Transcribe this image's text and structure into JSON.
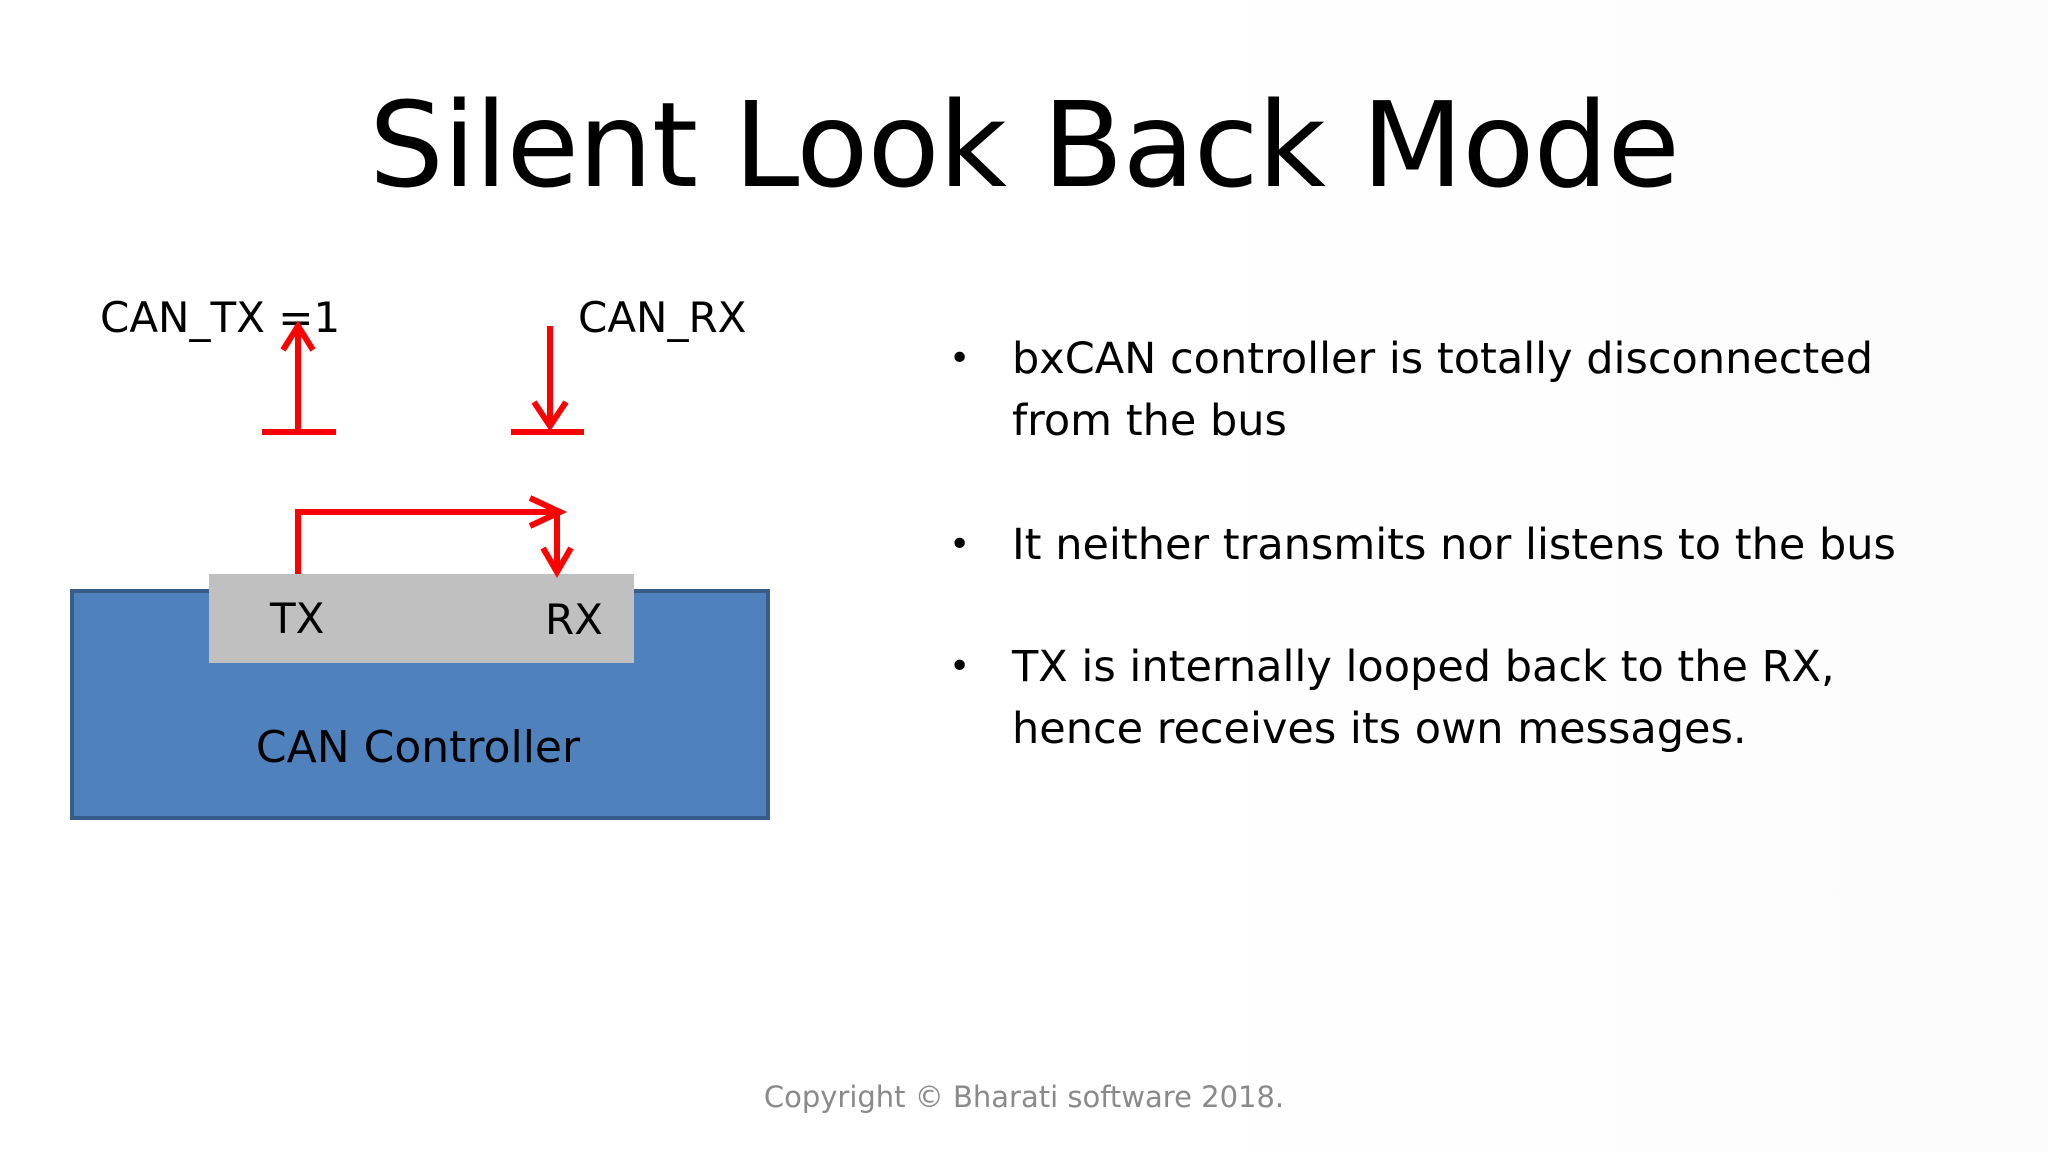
{
  "slide": {
    "title": "Silent Look Back Mode",
    "copyright": "Copyright © Bharati software 2018."
  },
  "diagram": {
    "can_tx_label": "CAN_TX =1",
    "can_rx_label": "CAN_RX",
    "tx_pin_label": "TX",
    "rx_pin_label": "RX",
    "controller_label": "CAN Controller",
    "colors": {
      "controller_fill": "#4f81bd",
      "controller_border": "#385d8a",
      "pin_block_fill": "#c0c0c0",
      "arrow_red": "#ff0000"
    }
  },
  "bullets": [
    {
      "text": "bxCAN controller is totally disconnected from the bus"
    },
    {
      "text": "It neither transmits nor listens to the bus"
    },
    {
      "text": "TX is internally looped back to the RX, hence receives its own messages."
    }
  ]
}
